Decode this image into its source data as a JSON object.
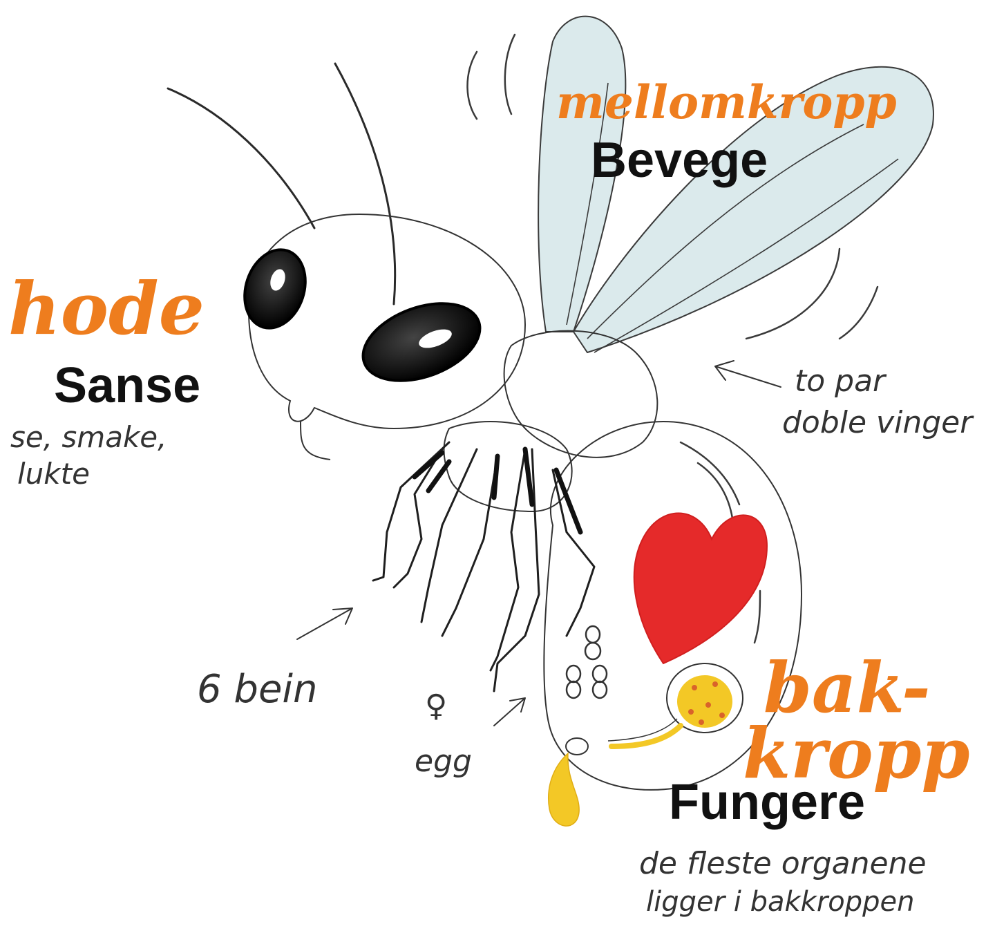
{
  "colors": {
    "label_orange": "#ee7d1e",
    "label_black": "#111111",
    "note_gray": "#333333",
    "pencil": "#3a3a3a",
    "wing_blue": "#cfe3e6",
    "heart_red": "#e52a2a",
    "egg_yellow": "#f3c826"
  },
  "labels": {
    "head_part": "hode",
    "head_function": "Sanse",
    "head_note_1": "se, smake,",
    "head_note_2": "lukte",
    "thorax_part": "mellomkropp",
    "thorax_function": "Bevege",
    "wings_note_1": "to par",
    "wings_note_2": "doble vinger",
    "legs_note": "6 bein",
    "female_symbol": "♀",
    "egg_note": "egg",
    "abdomen_part_1": "bak-",
    "abdomen_part_2": "kropp",
    "abdomen_function": "Fungere",
    "abdomen_note_1": "de fleste organene",
    "abdomen_note_2": "ligger i bakkroppen"
  },
  "icons": [
    "insect-drawing",
    "heart-icon",
    "egg-icon",
    "arrow-icon",
    "motion-lines-icon"
  ]
}
